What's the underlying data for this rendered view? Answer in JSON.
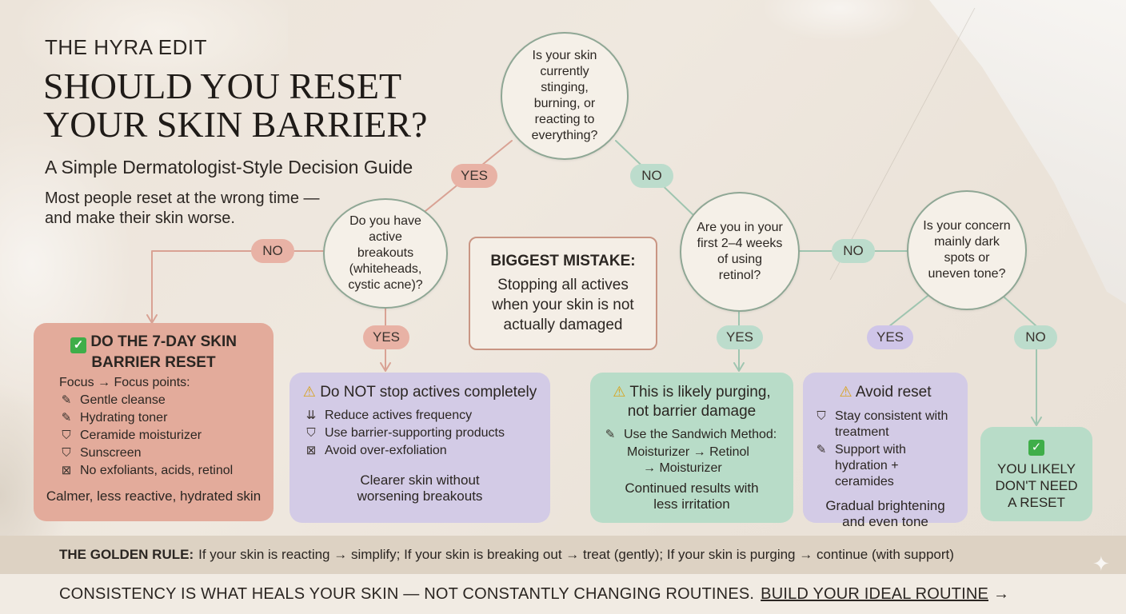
{
  "brand": "THE HYRA EDIT",
  "title": "SHOULD YOU RESET YOUR SKIN BARRIER?",
  "subtitle": "A Simple Dermatologist-Style Decision Guide",
  "intro": "Most people reset at the wrong time — and make their skin worse.",
  "questions": {
    "q1": "Is your skin currently stinging, burning, or reacting to everything?",
    "q2": "Do you have active breakouts (whiteheads, cystic acne)?",
    "q3": "Are you in your first 2–4 weeks of using retinol?",
    "q4": "Is your concern mainly dark spots or uneven tone?"
  },
  "labels": {
    "yes": "YES",
    "no": "NO"
  },
  "mistake": {
    "heading": "BIGGEST MISTAKE:",
    "body": "Stopping all actives when your skin is not actually damaged"
  },
  "reset_box": {
    "heading": "DO THE 7-DAY SKIN BARRIER RESET",
    "focus": "Focus → Focus points:",
    "items": [
      "Gentle cleanse",
      "Hydrating toner",
      "Ceramide moisturizer",
      "Sunscreen",
      "No exfoliants, acids, retinol"
    ],
    "result": "Calmer, less reactive, hydrated skin"
  },
  "actives_box": {
    "heading": "Do NOT stop actives completely",
    "items": [
      "Reduce actives frequency",
      "Use barrier-supporting products",
      "Avoid over-exfoliation"
    ],
    "result": "Clearer skin without worsening breakouts"
  },
  "purge_box": {
    "heading": "This is likely purging, not barrier damage",
    "method_line1": "Use the Sandwich Method:",
    "method_line2": "Moisturizer → Retinol",
    "method_line3": "→ Moisturizer",
    "result": "Continued results with less irritation"
  },
  "avoid_box": {
    "heading": "Avoid reset",
    "items": [
      "Stay consistent with treatment",
      "Support with hydration + ceramides"
    ],
    "result": "Gradual brightening and even tone"
  },
  "noreset_box": {
    "text": "YOU LIKELY DON'T NEED A RESET"
  },
  "golden_rule": {
    "label": "THE GOLDEN RULE:",
    "text": "If your skin is reacting → simplify; If your skin is breaking out → treat (gently); If your skin is purging → continue (with support)"
  },
  "footer": {
    "text": "CONSISTENCY IS WHAT HEALS YOUR SKIN — NOT CONSTANTLY CHANGING ROUTINES.",
    "cta": "BUILD YOUR IDEAL ROUTINE",
    "arrow": "→"
  },
  "colors": {
    "red": "#e3ab9b",
    "green": "#b8dcc8",
    "purple": "#d3cbe6",
    "node_border": "#8fa795",
    "red_line": "#d9a294",
    "green_line": "#9fc5b0"
  },
  "icons": [
    "check-icon",
    "warning-icon",
    "dropper-icon",
    "shield-icon",
    "no-icon",
    "reduce-icon"
  ]
}
